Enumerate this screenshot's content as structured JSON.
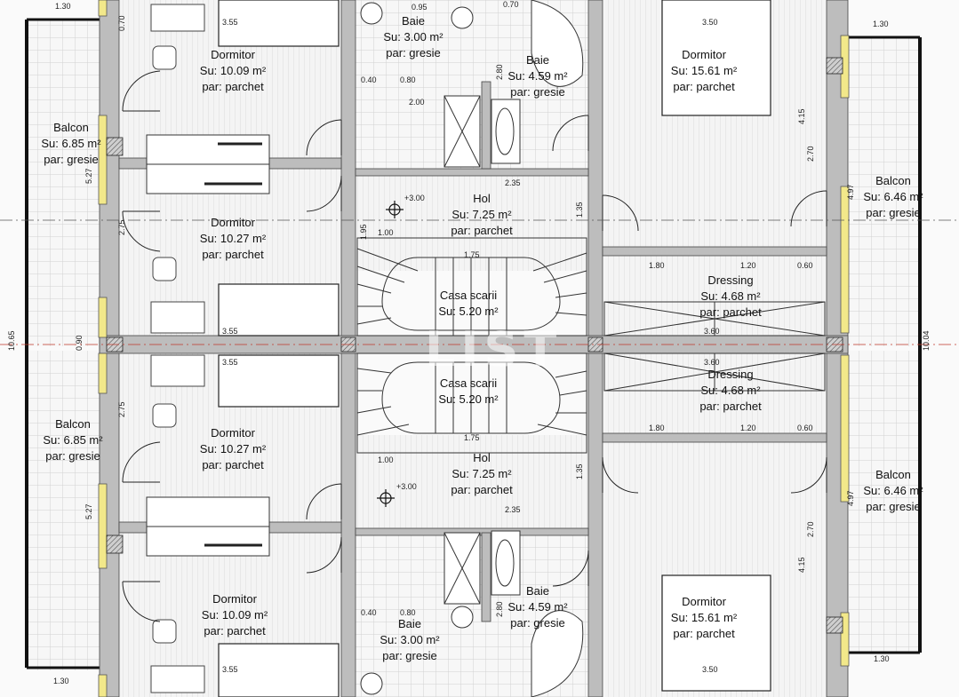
{
  "watermark": "LIST",
  "rooms": [
    {
      "id": "dormitor-tl",
      "name": "Dormitor",
      "area": "Su: 10.09 m²",
      "floor": "par: parchet"
    },
    {
      "id": "baie-tl",
      "name": "Baie",
      "area": "Su: 3.00 m²",
      "floor": "par: gresie"
    },
    {
      "id": "baie-tr",
      "name": "Baie",
      "area": "Su: 4.59 m²",
      "floor": "par: gresie"
    },
    {
      "id": "dormitor-tr",
      "name": "Dormitor",
      "area": "Su: 15.61 m²",
      "floor": "par: parchet"
    },
    {
      "id": "balcon-l1",
      "name": "Balcon",
      "area": "Su: 6.85 m²",
      "floor": "par: gresie"
    },
    {
      "id": "balcon-r1",
      "name": "Balcon",
      "area": "Su: 6.46 m²",
      "floor": "par: gresie"
    },
    {
      "id": "hol-1",
      "name": "Hol",
      "area": "Su: 7.25 m²",
      "floor": "par: parchet"
    },
    {
      "id": "dormitor-ml1",
      "name": "Dormitor",
      "area": "Su: 10.27 m²",
      "floor": "par: parchet"
    },
    {
      "id": "casa-scarii-1",
      "name": "Casa scarii",
      "area": "Su: 5.20 m²",
      "floor": ""
    },
    {
      "id": "dressing-1",
      "name": "Dressing",
      "area": "Su: 4.68 m²",
      "floor": "par: parchet"
    },
    {
      "id": "casa-scarii-2",
      "name": "Casa scarii",
      "area": "Su: 5.20 m²",
      "floor": ""
    },
    {
      "id": "dressing-2",
      "name": "Dressing",
      "area": "Su: 4.68 m²",
      "floor": "par: parchet"
    },
    {
      "id": "balcon-l2",
      "name": "Balcon",
      "area": "Su: 6.85 m²",
      "floor": "par: gresie"
    },
    {
      "id": "dormitor-ml2",
      "name": "Dormitor",
      "area": "Su: 10.27 m²",
      "floor": "par: parchet"
    },
    {
      "id": "hol-2",
      "name": "Hol",
      "area": "Su: 7.25 m²",
      "floor": "par: parchet"
    },
    {
      "id": "balcon-r2",
      "name": "Balcon",
      "area": "Su: 6.46 m²",
      "floor": "par: gresie"
    },
    {
      "id": "dormitor-bl",
      "name": "Dormitor",
      "area": "Su: 10.09 m²",
      "floor": "par: parchet"
    },
    {
      "id": "dormitor-br",
      "name": "Dormitor",
      "area": "Su: 15.61 m²",
      "floor": "par: parchet"
    },
    {
      "id": "baie-br",
      "name": "Baie",
      "area": "Su: 4.59 m²",
      "floor": "par: gresie"
    },
    {
      "id": "baie-bl",
      "name": "Baie",
      "area": "Su: 3.00 m²",
      "floor": "par: gresie"
    }
  ],
  "levels": [
    "+3.00",
    "+3.00"
  ],
  "dimensions": [
    "1.30",
    "3.55",
    "0.95",
    "0.70",
    "3.50",
    "1.30",
    "2.00",
    "0.40",
    "0.80",
    "2.35",
    "1.00",
    "1.75",
    "1.80",
    "1.20",
    "0.60",
    "3.60",
    "3.60",
    "3.55",
    "3.55",
    "1.80",
    "1.20",
    "0.60",
    "1.00",
    "1.75",
    "2.35",
    "0.40",
    "0.80",
    "3.55",
    "3.50",
    "1.30",
    "1.30",
    "0.90",
    "0.70",
    "5.27",
    "4.97",
    "10.65",
    "10.04",
    "4.15",
    "2.70",
    "2.75",
    "1.95",
    "2.80",
    "4.15",
    "2.70",
    "5.27",
    "4.97",
    "1.35",
    "1.35",
    "2.80",
    "2.75"
  ]
}
